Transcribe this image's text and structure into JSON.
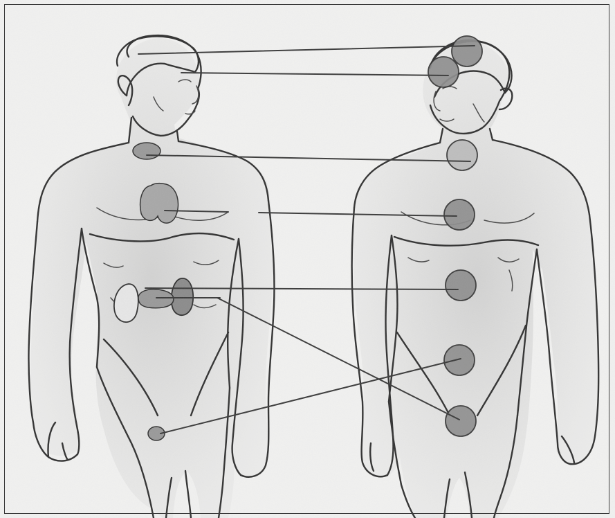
{
  "diagram": {
    "colors": {
      "background": "#f1f1f0",
      "skin_shade": "#bdbdbd",
      "organ_fill": "#9a9a9a",
      "chakra_fill": "#8f8f8f",
      "outline": "#333333",
      "connector": "#3c3c3c"
    },
    "left_figure": {
      "glands": [
        "pineal",
        "pituitary",
        "thyroid",
        "thymus",
        "adrenals",
        "pancreas",
        "gonads"
      ]
    },
    "right_figure": {
      "energy_centers": [
        "crown",
        "brow",
        "throat",
        "heart",
        "solar-plexus",
        "sacral",
        "root"
      ]
    },
    "connections": [
      {
        "from": "pineal",
        "to": "crown"
      },
      {
        "from": "pituitary",
        "to": "brow"
      },
      {
        "from": "thyroid",
        "to": "throat"
      },
      {
        "from": "thymus",
        "to": "heart"
      },
      {
        "from": "adrenals",
        "to": "solar-plexus"
      },
      {
        "from": "pancreas",
        "to": "root"
      },
      {
        "from": "gonads",
        "to": "sacral"
      }
    ]
  }
}
